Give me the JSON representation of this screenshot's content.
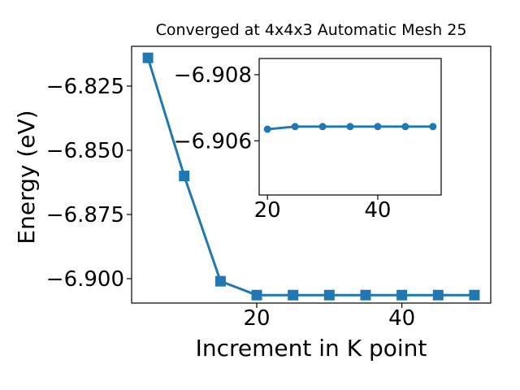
{
  "figure": {
    "background": "#ffffff"
  },
  "chart_data": {
    "type": "line",
    "title": "Converged at 4x4x3 Automatic Mesh 25",
    "xlabel": "Increment in K point",
    "ylabel": "Energy (eV)",
    "series_color": "#1f77b4",
    "axis_color": "#000000",
    "text_color": "#000000",
    "grid": false,
    "legend": "none",
    "main_plot": {
      "marker": "square",
      "x": [
        5,
        10,
        15,
        20,
        25,
        30,
        35,
        40,
        45,
        50
      ],
      "y": [
        -6.814,
        -6.86,
        -6.901,
        -6.9064,
        -6.9064,
        -6.9064,
        -6.9064,
        -6.9064,
        -6.9064,
        -6.9064
      ],
      "xlim": [
        2.75,
        52.25
      ],
      "ylim": [
        -6.9095,
        -6.8095
      ],
      "y_inverted": false,
      "xticks": [
        20,
        40
      ],
      "xtick_labels": [
        "20",
        "40"
      ],
      "yticks": [
        -6.825,
        -6.85,
        -6.875,
        -6.9
      ],
      "ytick_labels": [
        "−6.825",
        "−6.850",
        "−6.875",
        "−6.900"
      ]
    },
    "inset_plot": {
      "marker": "circle",
      "x": [
        20,
        25,
        30,
        35,
        40,
        45,
        50
      ],
      "y": [
        -6.90635,
        -6.90643,
        -6.90643,
        -6.90643,
        -6.90643,
        -6.90643,
        -6.90643
      ],
      "xlim": [
        18.5,
        51.5
      ],
      "ylim": [
        -6.90849,
        -6.90436
      ],
      "y_inverted": true,
      "xticks": [
        20,
        40
      ],
      "xtick_labels": [
        "20",
        "40"
      ],
      "yticks": [
        -6.908,
        -6.906
      ],
      "ytick_labels": [
        "−6.908",
        "−6.906"
      ]
    }
  }
}
